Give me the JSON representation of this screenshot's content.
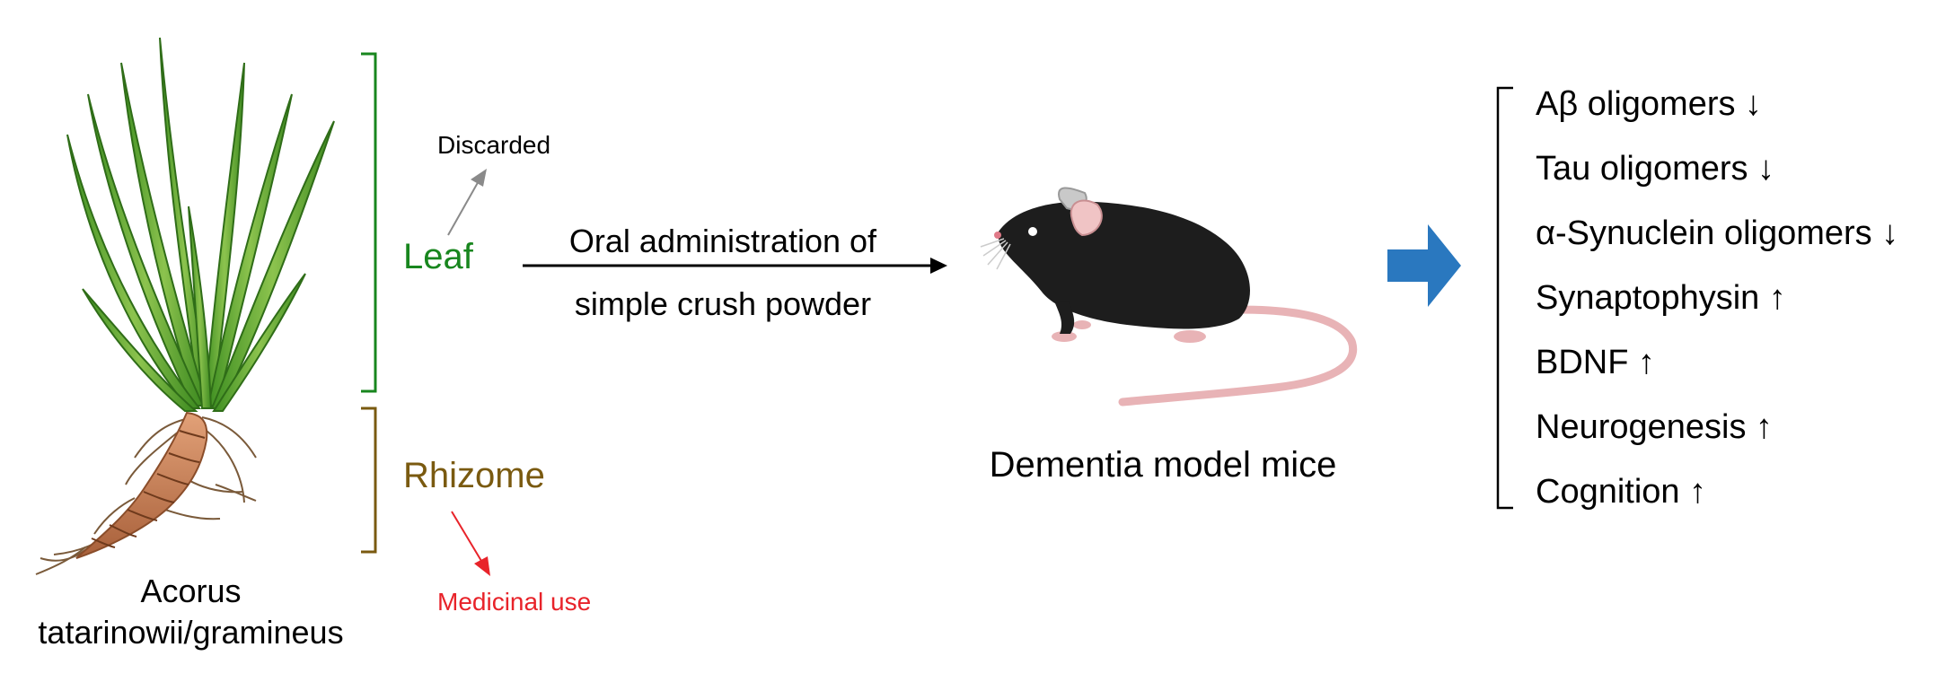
{
  "plant": {
    "name_line1": "Acorus",
    "name_line2": "tatarinowii/gramineus"
  },
  "parts": {
    "leaf": "Leaf",
    "rhizome": "Rhizome",
    "discarded": "Discarded",
    "medicinal_use": "Medicinal use"
  },
  "process": {
    "line1": "Oral administration of",
    "line2": "simple crush powder"
  },
  "model": {
    "label": "Dementia model mice"
  },
  "effects": [
    "Aβ oligomers ↓",
    "Tau oligomers ↓",
    "α-Synuclein oligomers ↓",
    "Synaptophysin ↑",
    "BDNF ↑",
    "Neurogenesis ↑",
    "Cognition ↑"
  ],
  "colors": {
    "leaf": "#18861e",
    "rhizome": "#7a5a10",
    "medicinal": "#e8232a",
    "discarded_arrow": "#8a8a8a",
    "blue_arrow": "#2a78bf"
  }
}
